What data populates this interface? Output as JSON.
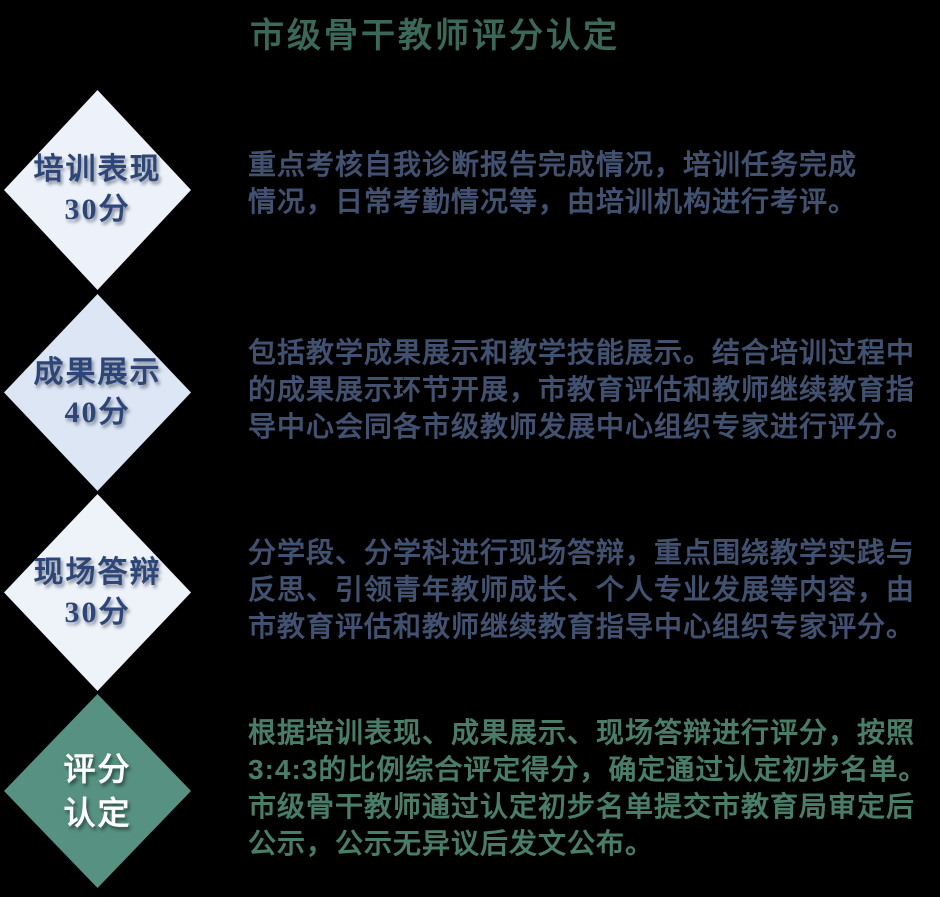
{
  "title": "市级骨干教师评分认定",
  "sections": [
    {
      "diamond_lines": [
        "培训表现",
        "30分"
      ],
      "description_lines": [
        "重点考核自我诊断报告完成情况，培训任务完成",
        "情况，日常考勤情况等，由培训机构进行考评。"
      ]
    },
    {
      "diamond_lines": [
        "成果展示",
        "40分"
      ],
      "description_lines": [
        "包括教学成果展示和教学技能展示。结合培训过程中",
        "的成果展示环节开展，市教育评估和教师继续教育指",
        "导中心会同各市级教师发展中心组织专家进行评分。"
      ]
    },
    {
      "diamond_lines": [
        "现场答辩",
        "30分"
      ],
      "description_lines": [
        "分学段、分学科进行现场答辩，重点围绕教学实践与",
        "反思、引领青年教师成长、个人专业发展等内容，由",
        "市教育评估和教师继续教育指导中心组织专家评分。"
      ]
    },
    {
      "diamond_lines": [
        "评分",
        "认定"
      ],
      "description_lines": [
        "根据培训表现、成果展示、现场答辩进行评分，按照",
        "3:4:3的比例综合评定得分，确定通过认定初步名单。",
        "市级骨干教师通过认定初步名单提交市教育局审定后",
        "公示，公示无异议后发文公布。"
      ]
    }
  ],
  "colors": {
    "background": "#000000",
    "title_green": "#3c685a",
    "diamond_light_fill": "#edf2fa",
    "diamond_mid_fill": "#dce6f4",
    "diamond_green_fill": "#579181",
    "diamond_text_navy": "#2e4677",
    "diamond_text_white": "#ffffff",
    "paragraph_blue": "#41516f",
    "paragraph_green": "#4a7d68"
  }
}
